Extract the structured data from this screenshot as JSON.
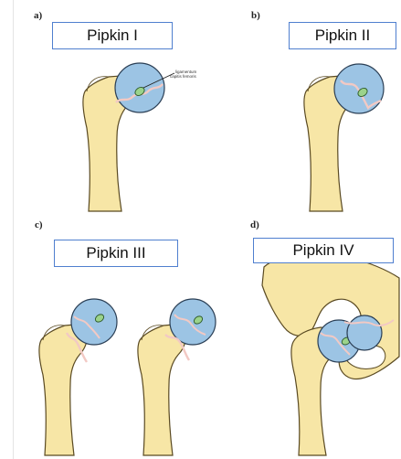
{
  "panels": [
    {
      "letter": "a)",
      "title": "Pipkin I",
      "annotation_line1": "ligamentum",
      "annotation_line2": "capitis femoris"
    },
    {
      "letter": "b)",
      "title": "Pipkin II"
    },
    {
      "letter": "c)",
      "title": "Pipkin III"
    },
    {
      "letter": "d)",
      "title": "Pipkin IV"
    }
  ],
  "colors": {
    "bone": "#f7e6a6",
    "bone_outline": "#5a4a22",
    "head": "#9cc4e4",
    "head_outline": "#2b3f55",
    "fragment": "#9bd38b",
    "fracture": "#f2c9c4",
    "box_border": "#4f7fcf"
  }
}
